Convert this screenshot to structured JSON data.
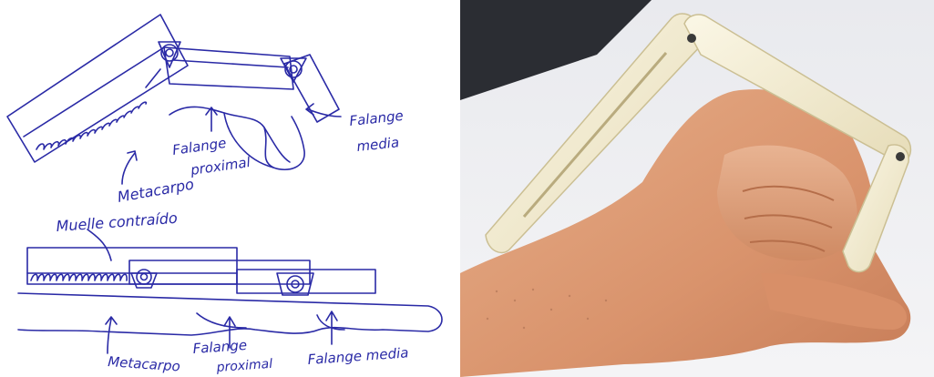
{
  "sketch": {
    "top": {
      "falange_media": [
        "Falange",
        "media"
      ],
      "falange_proximal": [
        "Falange",
        "proximal"
      ],
      "metacarpo": "Metacarpo"
    },
    "bottom": {
      "muelle": "Muelle contraído",
      "metacarpo": "Metacarpo",
      "falange_proximal": [
        "Falange",
        "proximal"
      ],
      "falange_media": "Falange media"
    }
  },
  "colors": {
    "ink": "#2a2aa6",
    "splint": "#f1ead0",
    "skin": "#e2a37f"
  }
}
